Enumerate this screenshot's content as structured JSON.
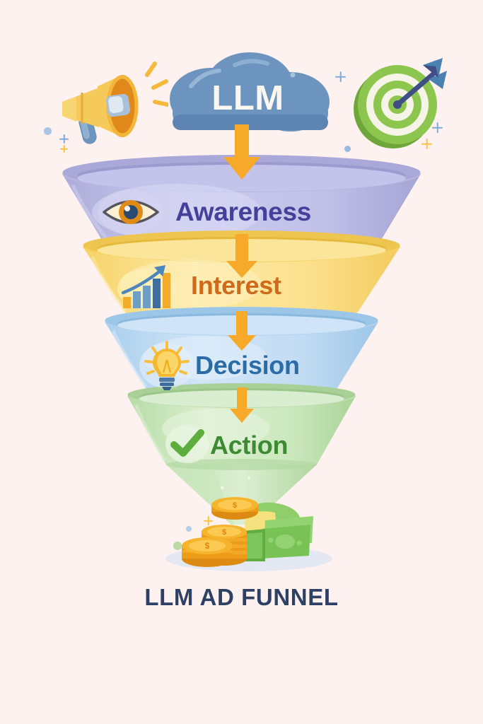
{
  "title": "LLM AD FUNNEL",
  "source_label": {
    "text": "LLM",
    "icon": "cloud-icon",
    "color": "#6d93bf"
  },
  "side_icons": [
    {
      "name": "megaphone-icon",
      "label": "Megaphone",
      "color": "#f2b938"
    },
    {
      "name": "target-icon",
      "label": "Target with arrow",
      "color": "#86bf4a"
    }
  ],
  "background_color": "#fdf2ef",
  "funnel": {
    "stages": [
      {
        "label": "Awareness",
        "icon": "eye-icon",
        "fill": "#b3b2de",
        "fill_light": "#c8c7ea",
        "rim": "#9a99cf",
        "text_color": "#45409a"
      },
      {
        "label": "Interest",
        "icon": "bar-chart-growth-icon",
        "fill": "#fadd7d",
        "fill_light": "#fce9a5",
        "rim": "#edc95c",
        "text_color": "#cf6a1d"
      },
      {
        "label": "Decision",
        "icon": "lightbulb-icon",
        "fill": "#b4d4ef",
        "fill_light": "#cde3f5",
        "rim": "#9cc3e6",
        "text_color": "#2c6ca6"
      },
      {
        "label": "Action",
        "icon": "check-mark-icon",
        "fill": "#bedfaf",
        "fill_light": "#d5ebca",
        "rim": "#a9d198",
        "text_color": "#3e8a33"
      }
    ],
    "arrow_color": "#f7a929",
    "arrow_count": 4
  },
  "outcome": {
    "name": "money-pile-icon",
    "label": "Coins and banknotes",
    "coin_color": "#f4a81f",
    "bill_color": "#77c356"
  },
  "decorations": {
    "sparkle_blue": "#7fa9d8",
    "sparkle_yellow": "#f6c445",
    "dot_blue": "#9bb9dd",
    "dot_green": "#bcd9a4"
  }
}
